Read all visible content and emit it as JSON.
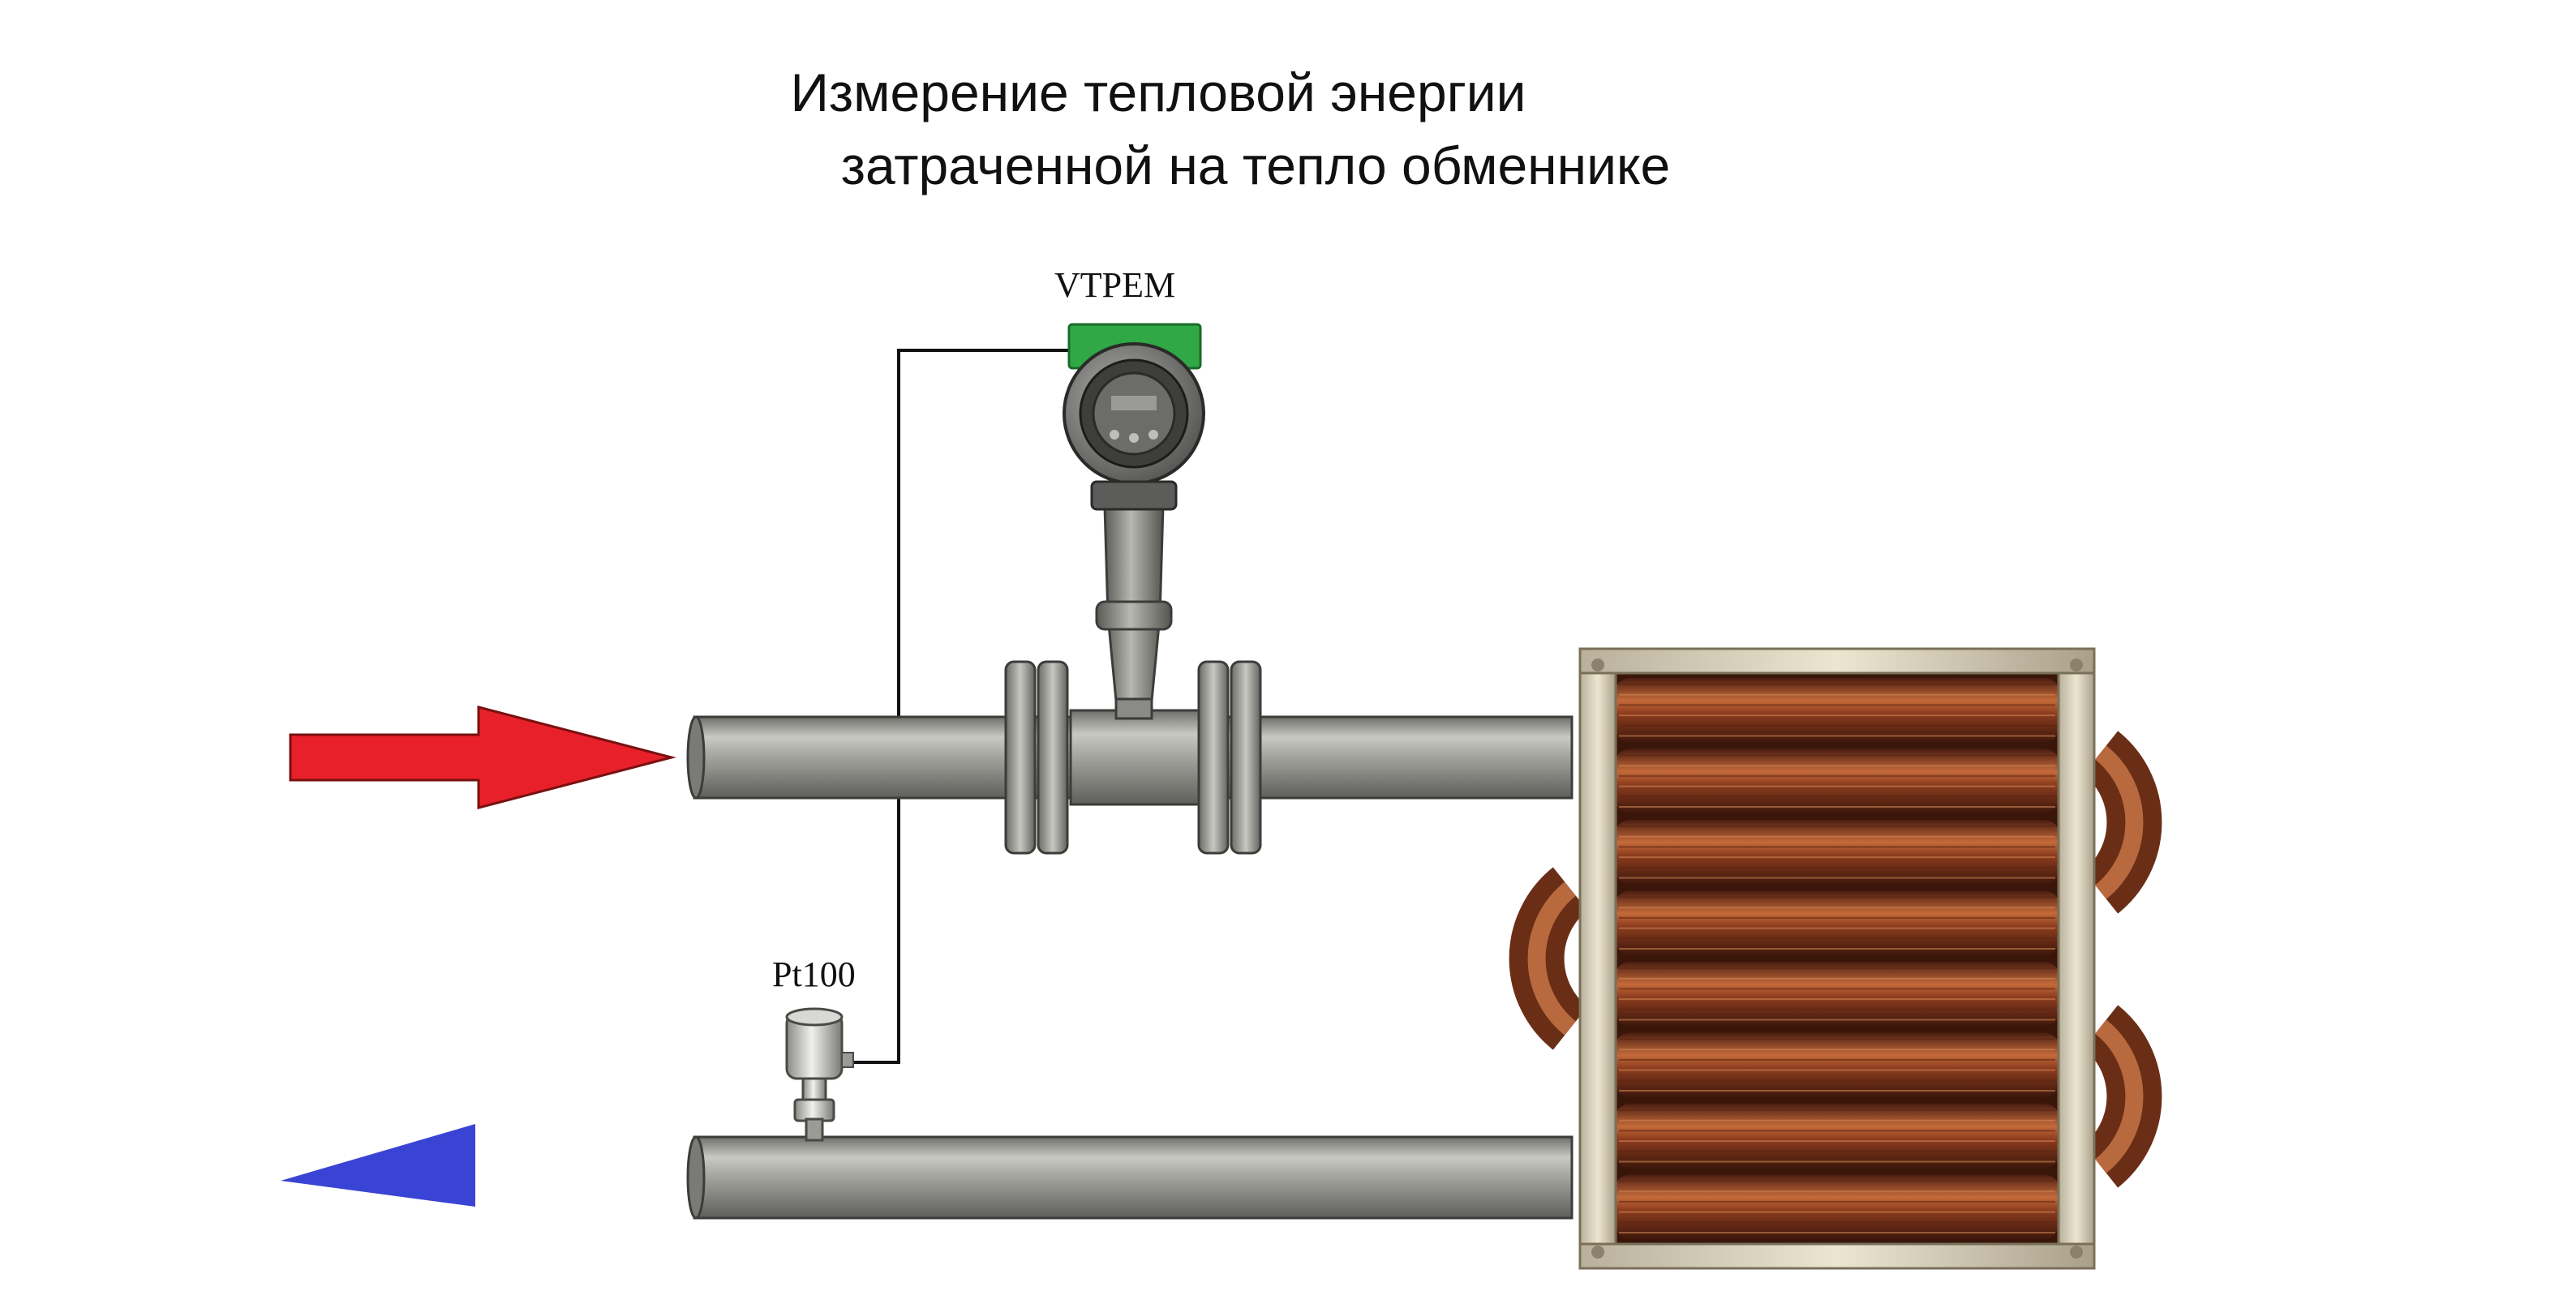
{
  "title": {
    "line1": "Измерение тепловой энергии",
    "line2": "затраченной на тепло обменнике"
  },
  "labels": {
    "flowmeter": "VTPEM",
    "temperature_sensor": "Pt100"
  },
  "colors": {
    "inflow_arrow": "#e8202a",
    "outflow_arrow": "#3a44d4",
    "pipe": "#9a9a96",
    "meter_housing": "#2fa845",
    "copper": "#9a4a26",
    "frame": "#d9d2b8"
  }
}
